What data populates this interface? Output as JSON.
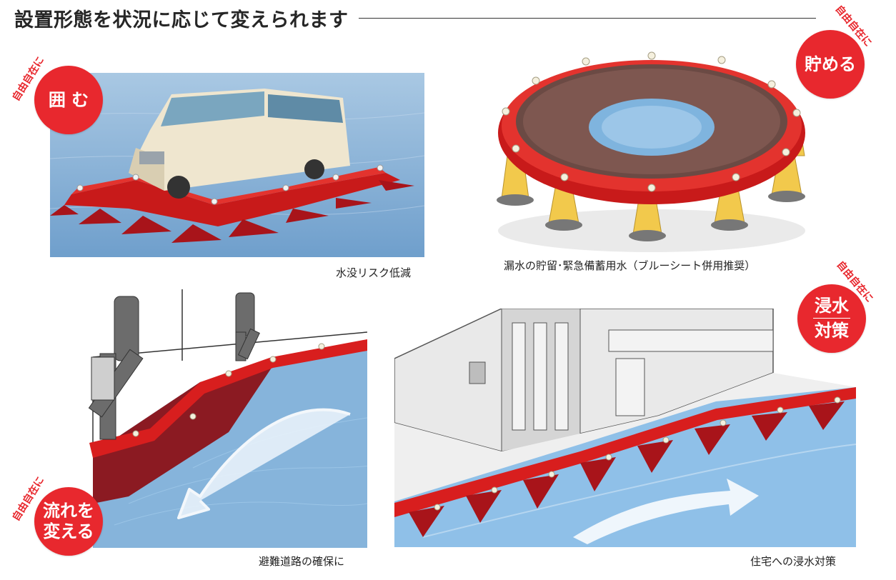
{
  "header": {
    "title": "設置形態を状況に応じて変えられます"
  },
  "badges": {
    "surround": {
      "tag": "自由自在に",
      "lines": [
        "囲 む"
      ]
    },
    "store": {
      "tag": "自由自在に",
      "lines": [
        "貯める"
      ]
    },
    "redirect": {
      "tag": "自由自在に",
      "lines": [
        "流れを",
        "変える"
      ]
    },
    "flood": {
      "tag": "自由自在に",
      "lines": [
        "浸水",
        "対策"
      ]
    }
  },
  "captions": {
    "surround": "水没リスク低減",
    "store": "漏水の貯留･緊急備蓄用水（ブルーシート併用推奨）",
    "redirect": "避難道路の確保に",
    "flood": "住宅への浸水対策"
  },
  "colors": {
    "badge_red": "#e8282e",
    "barrier_red": "#d81e1e",
    "water_blue": "#7fb4de",
    "pillar_yellow": "#f2c94c"
  },
  "icons": {
    "arrow": "curved-flow-arrow"
  }
}
